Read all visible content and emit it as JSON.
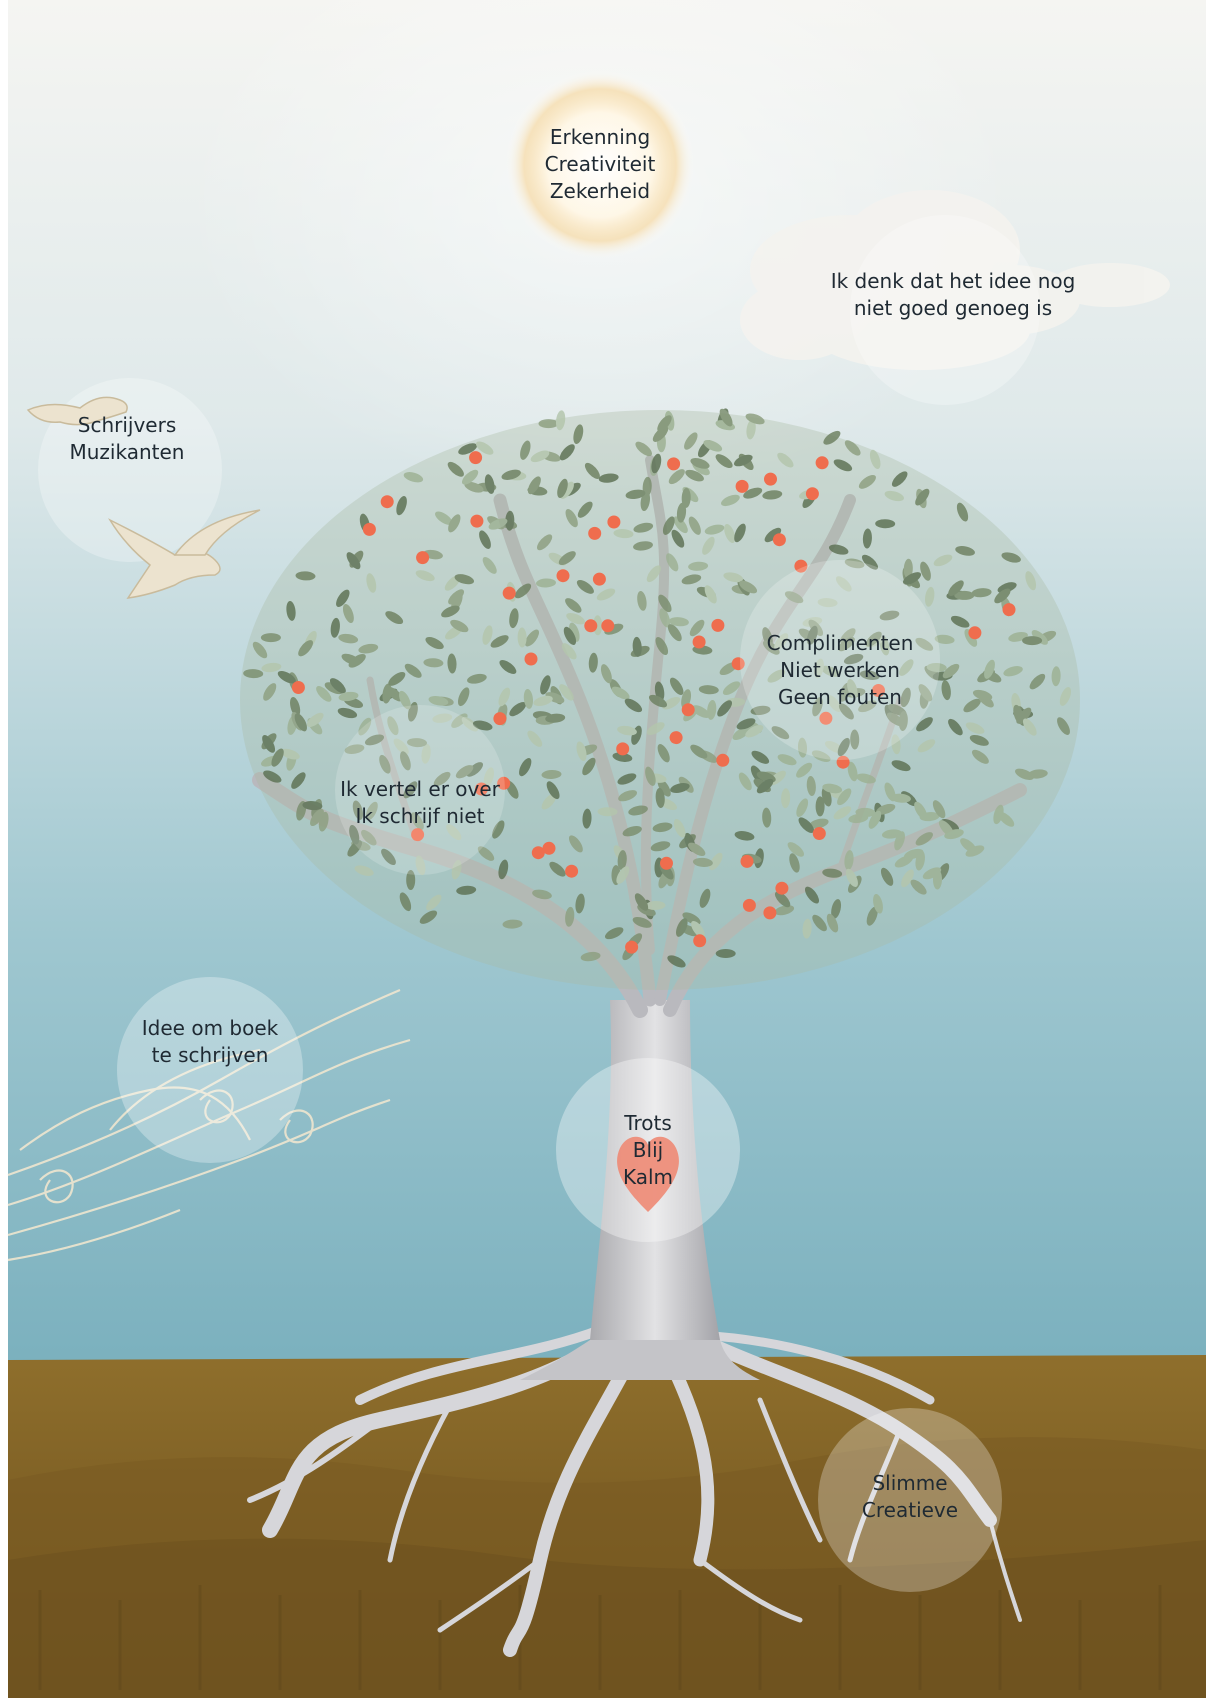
{
  "colors": {
    "sky_top": "#f3f4f2",
    "sky_mid": "#c8dde2",
    "sky_bottom": "#6aa9b8",
    "soil": "#8a6a2a",
    "soil_dark": "#6e5120",
    "trunk": "#c9c9cc",
    "leaf": "#7f8f73",
    "fruit": "#ef6d4e",
    "heart": "#ee8a74",
    "bubble": "#ffffff"
  },
  "sun": {
    "lines": [
      "Erkenning",
      "Creativiteit",
      "Zekerheid"
    ]
  },
  "cloud": {
    "lines": [
      "Ik denk dat het idee nog",
      "niet goed genoeg is"
    ]
  },
  "birds": {
    "lines": [
      "Schrijvers",
      "Muzikanten"
    ]
  },
  "canopy_right": {
    "lines": [
      "Complimenten",
      "Niet werken",
      "Geen fouten"
    ]
  },
  "canopy_left": {
    "lines": [
      "Ik vertel er over",
      "Ik schrijf niet"
    ]
  },
  "wind": {
    "lines": [
      "Idee om boek",
      "te schrijven"
    ]
  },
  "heart": {
    "lines": [
      "Trots",
      "Blij",
      "Kalm"
    ]
  },
  "roots": {
    "lines": [
      "Slimme",
      "Creatieve"
    ]
  }
}
